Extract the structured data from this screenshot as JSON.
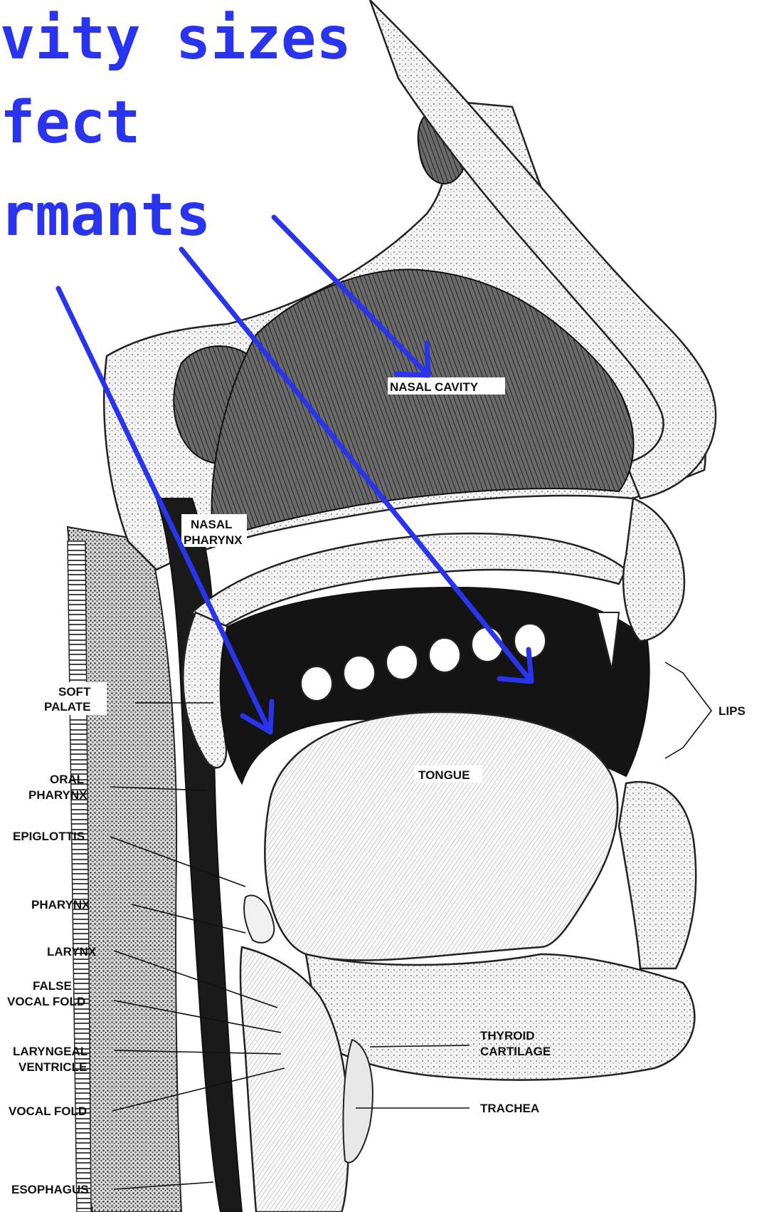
{
  "title": {
    "lines": [
      "vity sizes",
      "fect",
      "rmants"
    ]
  },
  "labels": {
    "nasal_cavity": "NASAL CAVITY",
    "nasal_pharynx_1": "NASAL",
    "nasal_pharynx_2": "PHARYNX",
    "soft_palate_1": "SOFT",
    "soft_palate_2": "PALATE",
    "oral_pharynx_1": "ORAL",
    "oral_pharynx_2": "PHARYNX",
    "epiglottis": "EPIGLOTTIS",
    "pharynx": "PHARYNX",
    "larynx": "LARYNX",
    "false_vocal_fold_1": "FALSE",
    "false_vocal_fold_2": "VOCAL FOLD",
    "laryngeal_ventricle_1": "LARYNGEAL",
    "laryngeal_ventricle_2": "VENTRICLE",
    "vocal_fold": "VOCAL FOLD",
    "esophagus": "ESOPHAGUS",
    "tongue": "TONGUE",
    "lips": "LIPS",
    "thyroid_cartilage_1": "THYROID",
    "thyroid_cartilage_2": "CARTILAGE",
    "trachea": "TRACHEA"
  },
  "colors": {
    "annotation": "#2a33ee",
    "ink": "#111111"
  }
}
